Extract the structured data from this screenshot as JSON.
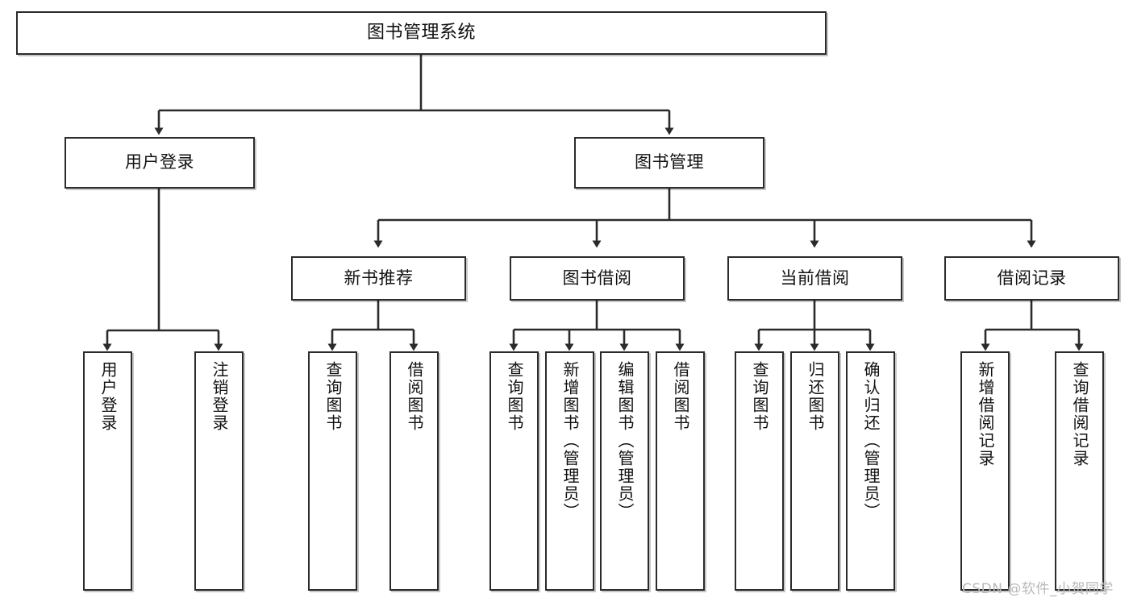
{
  "diagram": {
    "title": "图书管理系统",
    "type": "tree-hierarchy",
    "watermark": "CSDN @软件_小贺同学",
    "colors": {
      "box_border": "#2b2b2b",
      "box_fill": "#ffffff",
      "edge": "#2b2b2b",
      "watermark": "#b9b9b9"
    },
    "nodes": {
      "root": {
        "label": "图书管理系统"
      },
      "level2": [
        {
          "label": "用户登录"
        },
        {
          "label": "图书管理"
        }
      ],
      "level3": [
        {
          "label": "新书推荐"
        },
        {
          "label": "图书借阅"
        },
        {
          "label": "当前借阅"
        },
        {
          "label": "借阅记录"
        }
      ],
      "leaves_user_login": [
        {
          "label": "用户登录"
        },
        {
          "label": "注销登录"
        }
      ],
      "leaves_new_book": [
        {
          "label": "查询图书"
        },
        {
          "label": "借阅图书"
        }
      ],
      "leaves_borrow": [
        {
          "label": "查询图书"
        },
        {
          "label": "新增图书（管理员）"
        },
        {
          "label": "编辑图书（管理员）"
        },
        {
          "label": "借阅图书"
        }
      ],
      "leaves_current": [
        {
          "label": "查询图书"
        },
        {
          "label": "归还图书"
        },
        {
          "label": "确认归还（管理员）"
        }
      ],
      "leaves_records": [
        {
          "label": "新增借阅记录"
        },
        {
          "label": "查询借阅记录"
        }
      ]
    }
  }
}
